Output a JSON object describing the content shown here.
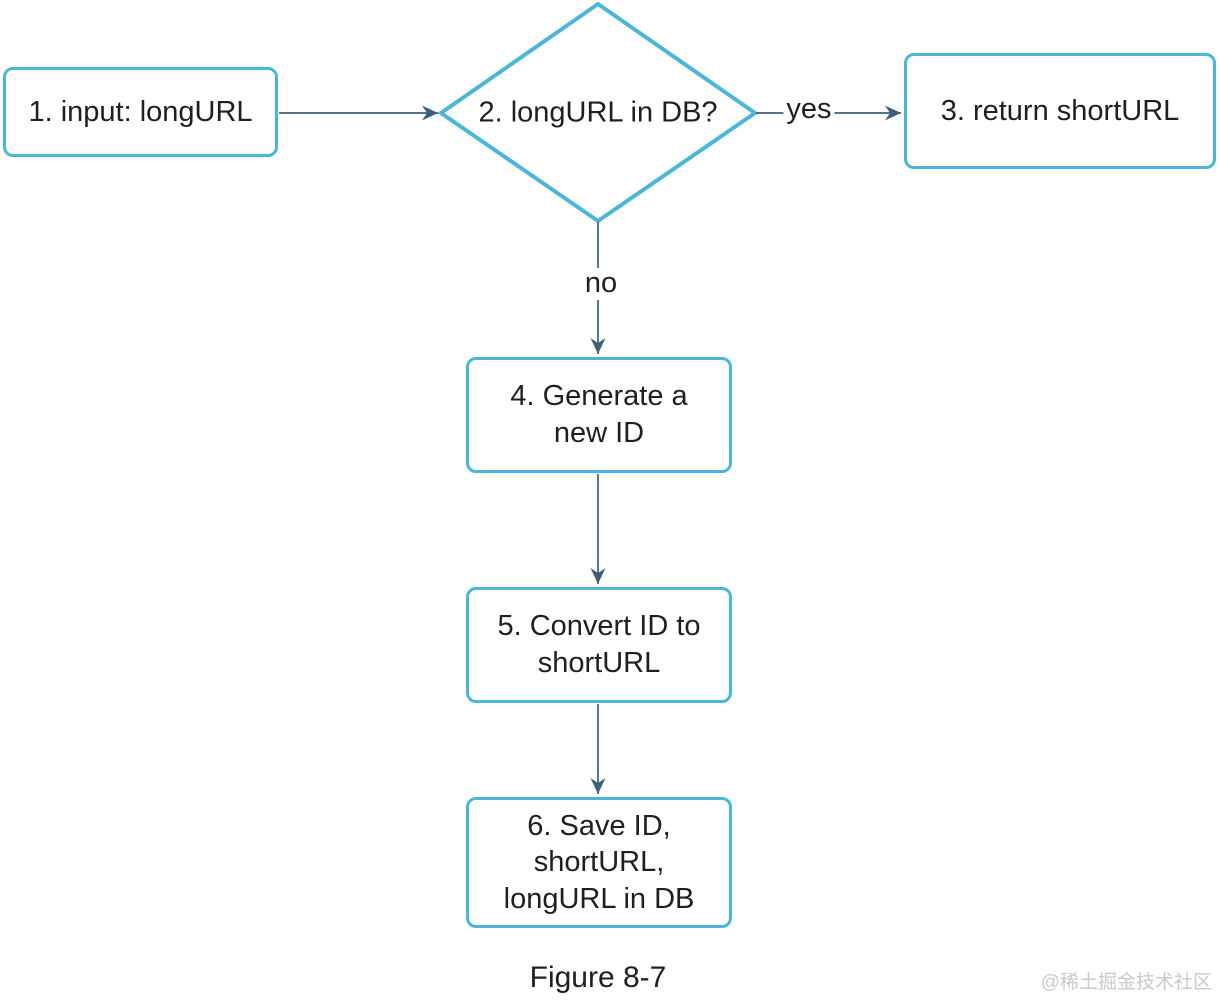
{
  "figure": {
    "caption": "Figure 8-7",
    "watermark": "@稀土掘金技术社区"
  },
  "colors": {
    "node-border": "#4cb6d9",
    "node-fill": "#ffffff",
    "arrow": "#3e5f75",
    "text": "#1f1f1f",
    "watermark": "#c9c9c9",
    "background": "#ffffff"
  },
  "nodes": {
    "input": {
      "label": "1. input: longURL",
      "shape": "rectangle"
    },
    "decision": {
      "label": "2. longURL in DB?",
      "shape": "diamond"
    },
    "return_short": {
      "label": "3. return shortURL",
      "shape": "rectangle"
    },
    "generate_id": {
      "label": "4. Generate a\nnew ID",
      "shape": "rectangle"
    },
    "convert_id": {
      "label": "5. Convert ID to\nshortURL",
      "shape": "rectangle"
    },
    "save_db": {
      "label": "6. Save ID,\nshortURL,\nlongURL in DB",
      "shape": "rectangle"
    }
  },
  "edges": {
    "input_to_decision": {
      "label": ""
    },
    "decision_to_return": {
      "label": "yes"
    },
    "decision_to_generate": {
      "label": "no"
    },
    "generate_to_convert": {
      "label": ""
    },
    "convert_to_save": {
      "label": ""
    }
  }
}
